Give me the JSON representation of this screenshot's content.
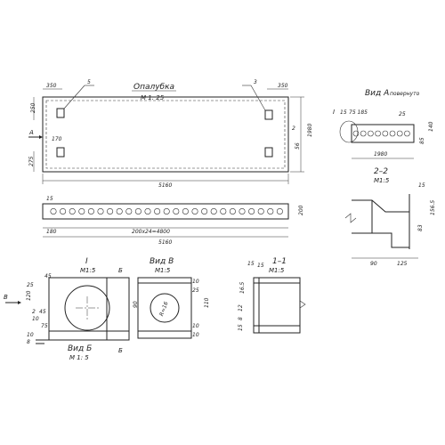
{
  "formwork": {
    "title": "Опалубка",
    "scale": "М 1: 25",
    "dim_350_left": "350",
    "dim_350_right": "350",
    "dim_250": "250",
    "dim_275": "275",
    "dim_170": "170",
    "dim_1980": "1980",
    "dim_5160": "5160",
    "leader_5": "5",
    "leader_3": "3",
    "section_a": "А",
    "section_2": "2",
    "dim_56": "56"
  },
  "long_view": {
    "dim_15": "15",
    "dim_180": "180",
    "dim_200": "200",
    "holes_formula": "200х24=4800",
    "dim_5160": "5160"
  },
  "view_a": {
    "title": "Вид А",
    "subtitle": "повернуто",
    "marker": "I",
    "dims_top": [
      "15",
      "75 185",
      "25"
    ],
    "dim_1980": "1980",
    "dim_bottom": [
      "85",
      "140"
    ]
  },
  "section_22": {
    "title": "2–2",
    "scale": "М1:5",
    "dim_15": "15",
    "dim_1565": "156.5",
    "dim_83": "83",
    "dim_90": "90",
    "dim_125": "125"
  },
  "node_1": {
    "title": "I",
    "scale": "М1:5",
    "mark_b_top": "Б",
    "mark_b_bottom": "Б",
    "mark_v": "В",
    "dims": [
      "45",
      "120",
      "2",
      "45",
      "10",
      "75",
      "25",
      "10",
      "8"
    ]
  },
  "view_v": {
    "title": "Вид В",
    "scale": "М1:5",
    "dims": [
      "10",
      "25",
      "90",
      "110",
      "10",
      "10",
      "R=16"
    ]
  },
  "section_11": {
    "title": "1–1",
    "scale": "М1:5",
    "dims": [
      "15",
      "15",
      "16.5",
      "12",
      "8",
      "15"
    ]
  },
  "view_b": {
    "title": "Вид Б",
    "scale": "М 1: 5"
  }
}
